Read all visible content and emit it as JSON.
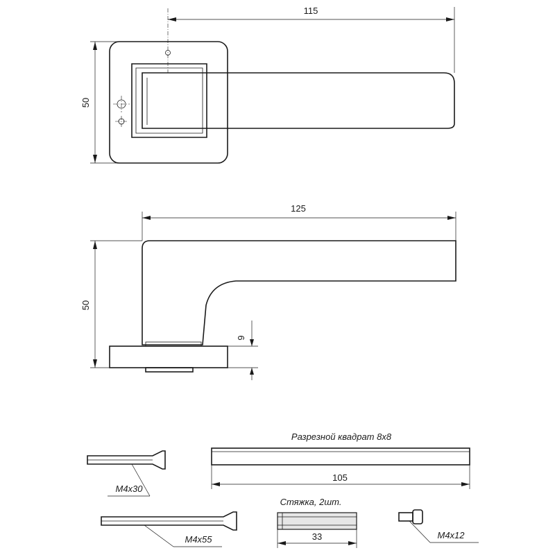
{
  "top_view": {
    "dim_length": "115",
    "dim_height": "50"
  },
  "side_view": {
    "dim_length": "125",
    "dim_height": "50",
    "dim_rose": "9"
  },
  "parts": {
    "spindle_label": "Разрезной квадрат 8x8",
    "spindle_length": "105",
    "screw_short": "M4x30",
    "screw_long": "M4x55",
    "tie_label": "Стяжка, 2шт.",
    "tie_length": "33",
    "screw_small": "M4x12"
  }
}
